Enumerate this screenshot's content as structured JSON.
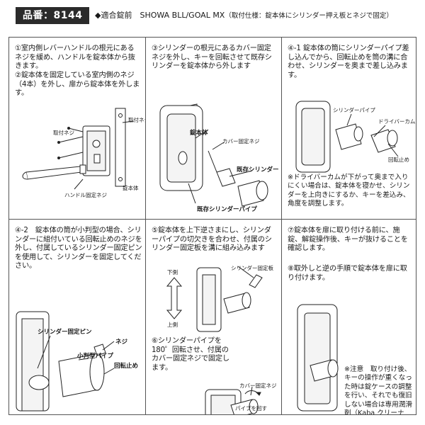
{
  "header": {
    "badge": "品番：8144",
    "compat": "◆適合錠前　SHOWA BLL/GOAL MX",
    "install_note": "（取付仕様：錠本体にシリンダー押え板とネジで固定）"
  },
  "steps": {
    "s1": {
      "text1": "①室内側レバーハンドルの根元にあるネジを緩め、ハンドルを錠本体から抜きます。",
      "text2": "②錠本体を固定している室内側のネジ（4本）を外し、扉から錠本体を外します。",
      "labels": {
        "fixing_screw": "取付ネジ",
        "handle_screw": "ハンドル固定ネジ",
        "lock_body": "錠本体"
      }
    },
    "s3": {
      "text": "③シリンダーの根元にあるカバー固定ネジを外し、キーを回転させて既存シリンダーを錠本体から外します",
      "labels": {
        "lock_body": "錠本体",
        "cover_screw": "カバー固定ネジ",
        "existing_cylinder": "既存シリンダー",
        "existing_pipe": "既存シリンダーパイプ"
      }
    },
    "s4_1": {
      "text": "④-1 錠本体の筒にシリンダーパイプ差し込んでから、回転止めを筒の溝に合わせ、シリンダーを奥まで差し込みます。",
      "note": "※ドライバーカムが下がって奥まで入りにくい場合は、錠本体を寝かせ、シリンダーを上向きにするか、キーを差込み、角度を調整します。",
      "labels": {
        "cylinder_pipe": "シリンダーパイプ",
        "driver_cam": "ドライバーカム",
        "anti_rotation": "回転止め"
      }
    },
    "s4_2": {
      "text": "④-2　錠本体の筒が小判型の場合、シリンダーに組付いている回転止めのネジを外し、付属しているシリンダー固定ピンを使用して、シリンダーを固定してください。",
      "labels": {
        "fixing_pin": "シリンダー固定ピン",
        "screw": "ネジ",
        "oval_pipe": "小判型パイプ",
        "anti_rotation": "回転止め"
      }
    },
    "s5": {
      "text": "⑤錠本体を上下逆さまにし、シリンダーパイプの切欠きを合わせ、付属のシリンダー固定板を溝に組み込みます",
      "labels": {
        "plate": "シリンダー固定板",
        "down": "下側",
        "up": "上側"
      }
    },
    "s6": {
      "text": "⑥シリンダーパイプを180゜回転させ、付属のカバー固定ネジで固定します。",
      "labels": {
        "cover_screw": "カバー固定ネジ",
        "pipe_rotate": "パイプを回す"
      }
    },
    "s7": {
      "text": "⑦錠本体を扉に取り付ける前に、施錠、解錠操作後、キーが抜けることを確認します。"
    },
    "s8": {
      "text": "⑧取外しと逆の手順で錠本体を扉に取り付けます。",
      "note": "※注意　取り付け後、キーの操作が重くなった時は錠ケースの調整を行い、それでも復旧しない場合は専用潤滑剤（Kaba クリーナー）をご使用ください。"
    }
  }
}
